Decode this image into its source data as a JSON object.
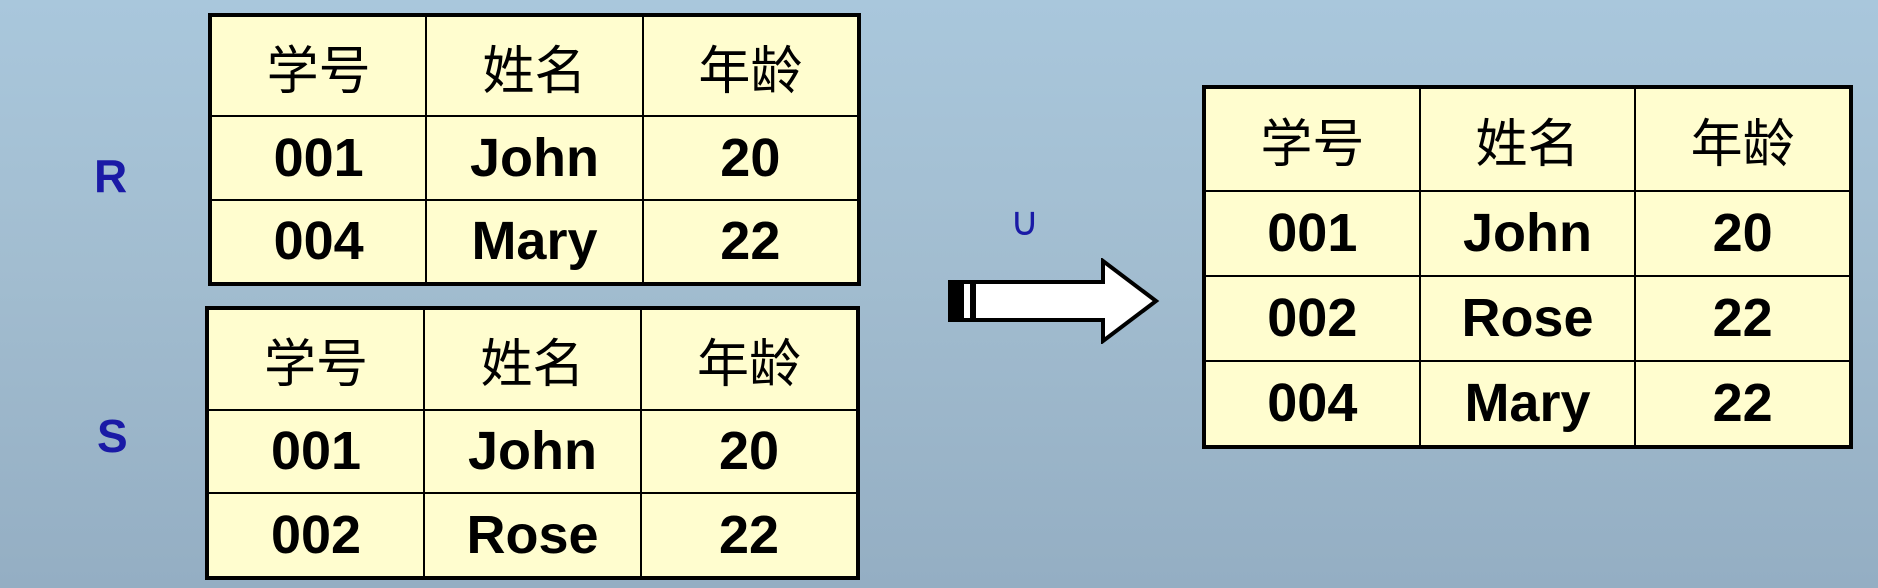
{
  "relations": {
    "r": {
      "label": "R",
      "headers": [
        "学号",
        "姓名",
        "年龄"
      ],
      "rows": [
        [
          "001",
          "John",
          "20"
        ],
        [
          "004",
          "Mary",
          "22"
        ]
      ]
    },
    "s": {
      "label": "S",
      "headers": [
        "学号",
        "姓名",
        "年龄"
      ],
      "rows": [
        [
          "001",
          "John",
          "20"
        ],
        [
          "002",
          "Rose",
          "22"
        ]
      ]
    },
    "result": {
      "headers": [
        "学号",
        "姓名",
        "年龄"
      ],
      "rows": [
        [
          "001",
          "John",
          "20"
        ],
        [
          "002",
          "Rose",
          "22"
        ],
        [
          "004",
          "Mary",
          "22"
        ]
      ]
    }
  },
  "operator": {
    "symbol": "∪",
    "icon": "double-arrow-right-icon"
  },
  "colors": {
    "label": "#1a1aa6",
    "table_fill": "#fffdcf",
    "border": "#000000"
  }
}
